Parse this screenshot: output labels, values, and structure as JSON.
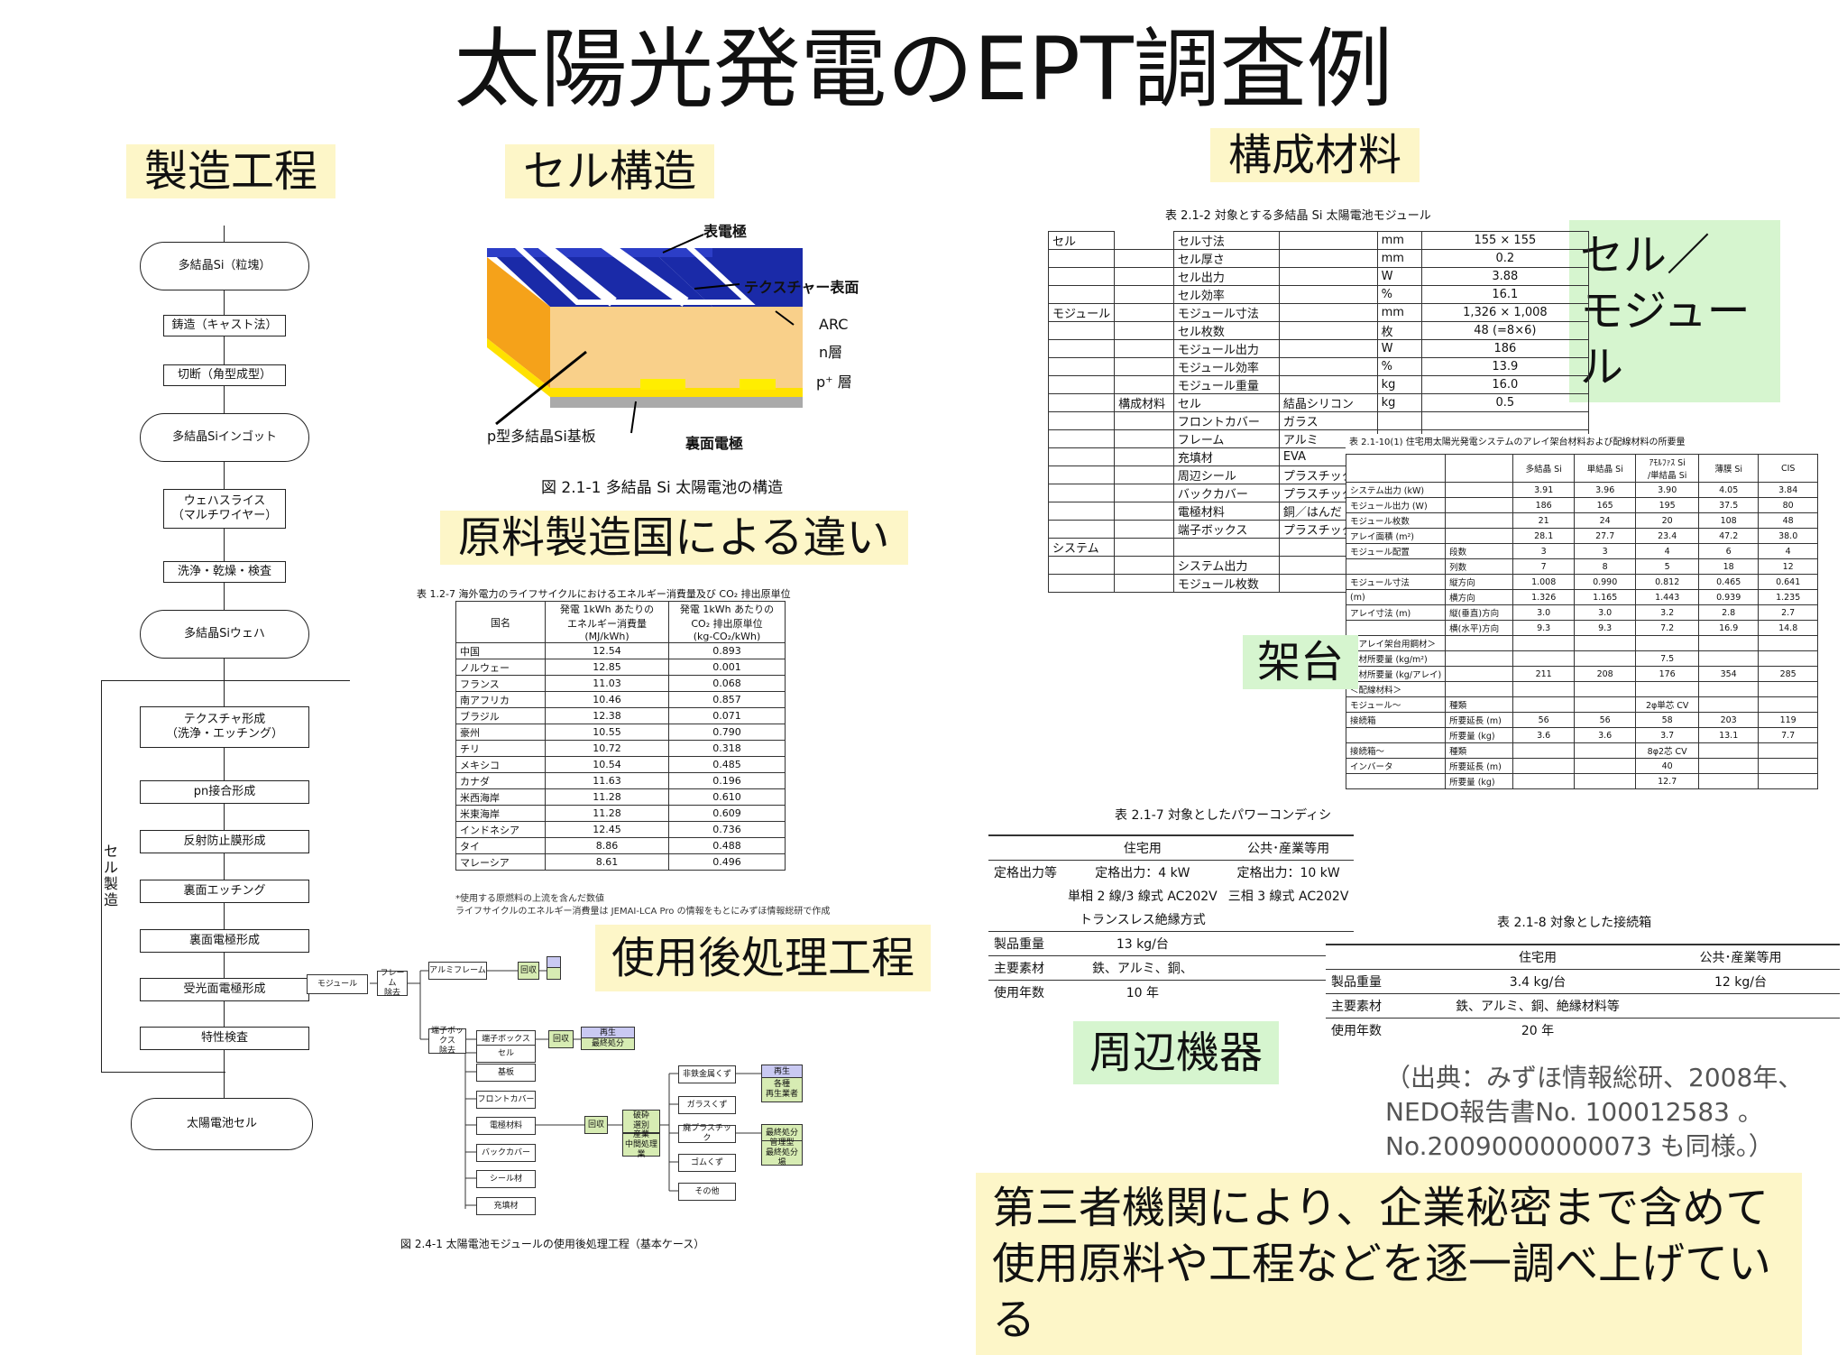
{
  "title": "太陽光発電のEPT調査例",
  "labels": {
    "manufacturing": "製造工程",
    "cell_structure": "セル構造",
    "materials": "構成材料",
    "cell_module": "セル／\nモジュール",
    "origin_diff": "原料製造国による違い",
    "disposal": "使用後処理工程",
    "mount": "架台",
    "peripheral": "周辺機器"
  },
  "citation": {
    "line1": "（出典：みずほ情報総研、2008年、",
    "line2": "NEDO報告書No. 100012583 。",
    "line3": "No.20090000000073 も同様。）"
  },
  "conclusion": {
    "line1": "第三者機関により、企業秘密まで含めて",
    "line2": "使用原料や工程などを逐一調べ上げている"
  },
  "flow": {
    "steps": [
      "多結晶Si（粒塊）",
      "鋳造（キャスト法）",
      "切断（角型成型）",
      "多結晶Siインゴット",
      "ウェハスライス\n（マルチワイヤー）",
      "洗浄・乾燥・検査",
      "多結晶Siウェハ",
      "テクスチャ形成\n（洗浄・エッチング）",
      "pn接合形成",
      "反射防止膜形成",
      "裏面エッチング",
      "裏面電極形成",
      "受光面電極形成",
      "特性検査",
      "太陽電池セル"
    ],
    "bracket_label": "セル製造"
  },
  "cell_diagram": {
    "labels": [
      "表電極",
      "テクスチャー表面",
      "ARC",
      "n層",
      "p⁺ 層",
      "p型多結晶Si基板",
      "裏面電極"
    ],
    "caption": "図 2.1-1  多結晶 Si 太陽電池の構造"
  },
  "module_table": {
    "caption": "表 2.1-2  対象とする多結晶 Si 太陽電池モジュール",
    "rows": [
      [
        "セル",
        "",
        "セル寸法",
        "",
        "mm",
        "155 × 155"
      ],
      [
        "",
        "",
        "セル厚さ",
        "",
        "mm",
        "0.2"
      ],
      [
        "",
        "",
        "セル出力",
        "",
        "W",
        "3.88"
      ],
      [
        "",
        "",
        "セル効率",
        "",
        "%",
        "16.1"
      ],
      [
        "モジュール",
        "",
        "モジュール寸法",
        "",
        "mm",
        "1,326 × 1,008"
      ],
      [
        "",
        "",
        "セル枚数",
        "",
        "枚",
        "48 (=8×6)"
      ],
      [
        "",
        "",
        "モジュール出力",
        "",
        "W",
        "186"
      ],
      [
        "",
        "",
        "モジュール効率",
        "",
        "%",
        "13.9"
      ],
      [
        "",
        "",
        "モジュール重量",
        "",
        "kg",
        "16.0"
      ],
      [
        "",
        "構成材料",
        "セル",
        "結晶シリコン",
        "kg",
        "0.5"
      ],
      [
        "",
        "",
        "フロントカバー",
        "ガラス",
        "",
        ""
      ],
      [
        "",
        "",
        "フレーム",
        "アルミ",
        "",
        ""
      ],
      [
        "",
        "",
        "充填材",
        "EVA",
        "",
        ""
      ],
      [
        "",
        "",
        "周辺シール",
        "プラスチック",
        "",
        ""
      ],
      [
        "",
        "",
        "バックカバー",
        "プラスチック",
        "",
        ""
      ],
      [
        "",
        "",
        "電極材料",
        "銅／はんだ",
        "",
        ""
      ],
      [
        "",
        "",
        "端子ボックス",
        "プラスチック",
        "",
        ""
      ],
      [
        "システム",
        "",
        "",
        "",
        "",
        ""
      ],
      [
        "",
        "",
        "システム出力",
        "",
        "",
        ""
      ],
      [
        "",
        "",
        "モジュール枚数",
        "",
        "",
        ""
      ]
    ]
  },
  "energy_table": {
    "caption": "表 1.2-7  海外電力のライフサイクルにおけるエネルギー消費量及び CO₂ 排出原単位",
    "headers": [
      "国名",
      "発電 1kWh あたりの\nエネルギー消費量\n(MJ/kWh)",
      "発電 1kWh あたりの\nCO₂ 排出原単位\n(kg-CO₂/kWh)"
    ],
    "rows": [
      [
        "中国",
        "12.54",
        "0.893"
      ],
      [
        "ノルウェー",
        "12.85",
        "0.001"
      ],
      [
        "フランス",
        "11.03",
        "0.068"
      ],
      [
        "南アフリカ",
        "10.46",
        "0.857"
      ],
      [
        "ブラジル",
        "12.38",
        "0.071"
      ],
      [
        "豪州",
        "10.55",
        "0.790"
      ],
      [
        "チリ",
        "10.72",
        "0.318"
      ],
      [
        "メキシコ",
        "10.54",
        "0.485"
      ],
      [
        "カナダ",
        "11.63",
        "0.196"
      ],
      [
        "米西海岸",
        "11.28",
        "0.610"
      ],
      [
        "米東海岸",
        "11.28",
        "0.609"
      ],
      [
        "インドネシア",
        "12.45",
        "0.736"
      ],
      [
        "タイ",
        "8.86",
        "0.488"
      ],
      [
        "マレーシア",
        "8.61",
        "0.496"
      ]
    ],
    "note1": "*使用する原燃料の上流を含んだ数値",
    "note2": "ライフサイクルのエネルギー消費量は JEMAI-LCA Pro の情報をもとにみずほ情報総研で作成"
  },
  "array_table": {
    "caption": "表 2.1-10(1)  住宅用太陽光発電システムのアレイ架台材料および配線材料の所要量",
    "headers": [
      "",
      "",
      "多結晶 Si",
      "単結晶 Si",
      "ｱﾓﾙﾌｧｽ Si\n/単結晶 Si",
      "薄膜 Si",
      "CIS"
    ],
    "rows": [
      [
        "システム出力 (kW)",
        "",
        "3.91",
        "3.96",
        "3.90",
        "4.05",
        "3.84"
      ],
      [
        "モジュール出力 (W)",
        "",
        "186",
        "165",
        "195",
        "37.5",
        "80"
      ],
      [
        "モジュール枚数",
        "",
        "21",
        "24",
        "20",
        "108",
        "48"
      ],
      [
        "アレイ面積 (m²)",
        "",
        "28.1",
        "27.7",
        "23.4",
        "47.2",
        "38.0"
      ],
      [
        "モジュール配置",
        "段数",
        "3",
        "3",
        "4",
        "6",
        "4"
      ],
      [
        "",
        "列数",
        "7",
        "8",
        "5",
        "18",
        "12"
      ],
      [
        "モジュール寸法",
        "縦方向",
        "1.008",
        "0.990",
        "0.812",
        "0.465",
        "0.641"
      ],
      [
        "(m)",
        "横方向",
        "1.326",
        "1.165",
        "1.443",
        "0.939",
        "1.235"
      ],
      [
        "アレイ寸法 (m)",
        "縦(垂直)方向",
        "3.0",
        "3.0",
        "3.2",
        "2.8",
        "2.7"
      ],
      [
        "",
        "横(水平)方向",
        "9.3",
        "9.3",
        "7.2",
        "16.9",
        "14.8"
      ],
      [
        "＜アレイ架台用鋼材＞",
        "",
        "",
        "",
        "",
        "",
        ""
      ],
      [
        "鋼材所要量 (kg/m²)",
        "",
        "",
        "",
        "7.5",
        "",
        ""
      ],
      [
        "鋼材所要量 (kg/アレイ)",
        "",
        "211",
        "208",
        "176",
        "354",
        "285"
      ],
      [
        "＜配線材料＞",
        "",
        "",
        "",
        "",
        "",
        ""
      ],
      [
        "モジュール～",
        "種類",
        "",
        "",
        "2φ単芯 CV",
        "",
        ""
      ],
      [
        "接続箱",
        "所要延長 (m)",
        "56",
        "56",
        "58",
        "203",
        "119"
      ],
      [
        "",
        "所要量 (kg)",
        "3.6",
        "3.6",
        "3.7",
        "13.1",
        "7.7"
      ],
      [
        "接続箱～",
        "種類",
        "",
        "",
        "8φ2芯 CV",
        "",
        ""
      ],
      [
        "インバータ",
        "所要延長 (m)",
        "",
        "",
        "40",
        "",
        ""
      ],
      [
        "",
        "所要量 (kg)",
        "",
        "",
        "12.7",
        "",
        ""
      ]
    ]
  },
  "pcs_table": {
    "caption": "表 2.1-7  対象としたパワーコンディシ",
    "headers": [
      "",
      "住宅用",
      "公共･産業等用"
    ],
    "rows": [
      [
        "定格出力等",
        "定格出力：4 kW",
        "定格出力：10 kW"
      ],
      [
        "",
        "単相 2 線/3 線式  AC202V",
        "三相 3 線式  AC202V"
      ],
      [
        "",
        "トランスレス絶縁方式",
        ""
      ],
      [
        "製品重量",
        "13 kg/台",
        ""
      ],
      [
        "主要素材",
        "鉄、アルミ、銅、",
        ""
      ],
      [
        "使用年数",
        "10 年",
        ""
      ]
    ]
  },
  "junction_table": {
    "caption": "表 2.1-8  対象とした接続箱",
    "headers": [
      "",
      "住宅用",
      "公共･産業等用"
    ],
    "rows": [
      [
        "製品重量",
        "3.4 kg/台",
        "12 kg/台"
      ],
      [
        "主要素材",
        "鉄、アルミ、銅、絶縁材料等",
        ""
      ],
      [
        "使用年数",
        "20 年",
        ""
      ]
    ]
  },
  "disposal_diagram": {
    "caption": "図 2.4-1  太陽電池モジュールの使用後処理工程（基本ケース）",
    "nodes": {
      "module": "モジュール",
      "frame_remove": "フレーム\n除去",
      "alu_frame": "アルミフレーム",
      "recover1": "回収",
      "jbox_remove": "端子ボックス\n除去",
      "jbox": "端子ボックス",
      "recover2": "回収",
      "recycle1": "再生",
      "landfill1": "最終処分",
      "parts": [
        "セル",
        "基板",
        "フロントカバー",
        "電極材料",
        "バックカバー",
        "シール材",
        "充填材"
      ],
      "recover3": "回収",
      "crush": "破砕\n選別",
      "industrial": "産業\n中間処理業",
      "outputs": [
        "非鉄金属くず",
        "ガラスくず",
        "廃プラスチック",
        "ゴムくず",
        "その他"
      ],
      "recycle2": "再生",
      "various": "各種\n再生業者",
      "landfill2": "最終処分",
      "managed": "管理型\n最終処分場"
    }
  }
}
